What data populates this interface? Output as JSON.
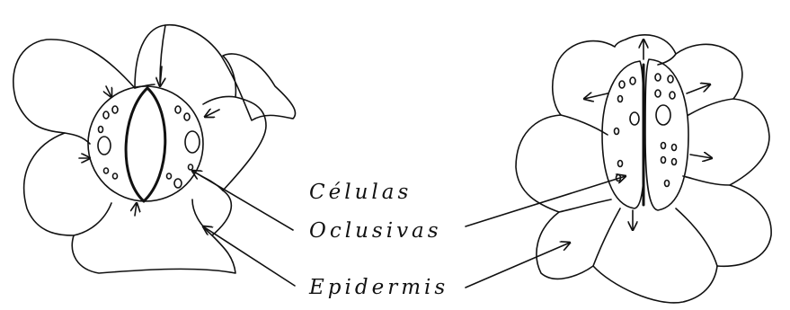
{
  "labels": {
    "guard_cells_line1": "Células",
    "guard_cells_line2": "Oclusivas",
    "epidermis": "Epidermis"
  }
}
